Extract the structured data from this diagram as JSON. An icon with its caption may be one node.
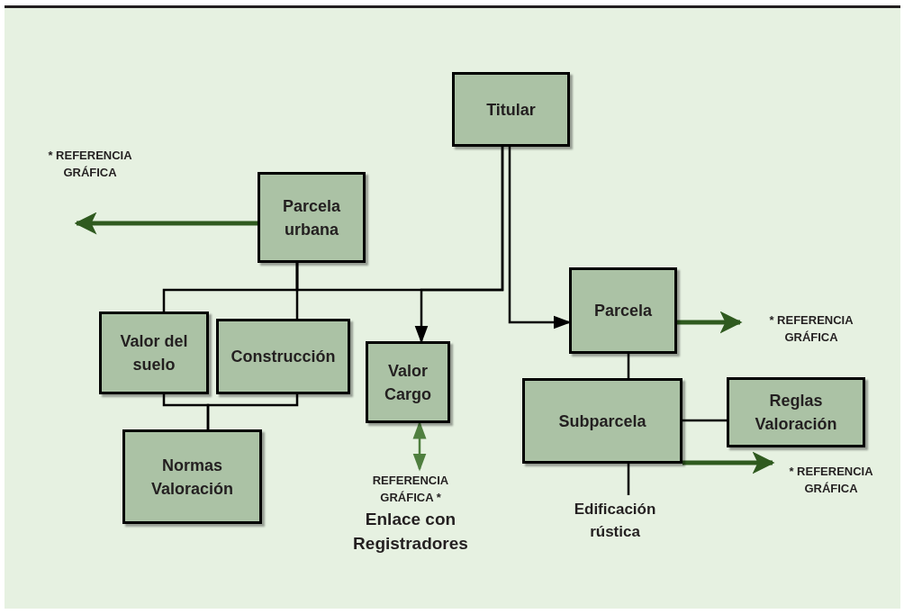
{
  "diagram": {
    "nodes": [
      {
        "text": [
          "Titular"
        ]
      },
      {
        "text": [
          "Parcela urbana"
        ]
      },
      {
        "text": [
          "Valor del suelo"
        ]
      },
      {
        "text": [
          "Construcción"
        ]
      },
      {
        "text": [
          "Valor Cargo"
        ]
      },
      {
        "text": [
          "Parcela"
        ]
      },
      {
        "text": [
          "Subparcela"
        ]
      },
      {
        "text": [
          "Reglas Valoración"
        ]
      },
      {
        "text": [
          "Normas Valoración"
        ]
      },
      {
        "text": [
          "* REFERENCIA GRÁFICA"
        ]
      },
      {
        "text": [
          "* REFERENCIA GRÁFICA"
        ]
      },
      {
        "text": [
          "REFERENCIA GRÁFICA *"
        ]
      },
      {
        "text": [
          "Edificación rústica"
        ]
      }
    ],
    "edges": [
      {
        "from": 1,
        "to": null,
        "arrow": "to",
        "style": "thick",
        "color": "#2f5a1f"
      },
      {
        "from": 0,
        "to": 4,
        "arrow": "to"
      },
      {
        "from": 0,
        "to": 1,
        "arrow": "none"
      },
      {
        "from": 1,
        "to": 2,
        "arrow": "none"
      },
      {
        "from": 1,
        "to": 3,
        "arrow": "none"
      },
      {
        "from": 2,
        "to": 8,
        "arrow": "none"
      },
      {
        "from": 3,
        "to": 8,
        "arrow": "none"
      },
      {
        "from": 4,
        "to": 11,
        "arrow": "both",
        "color": "#4f7f3f"
      },
      {
        "from": 0,
        "to": 5,
        "arrow": "to"
      },
      {
        "from": 5,
        "to": 9,
        "arrow": "to",
        "style": "thick",
        "color": "#2f5a1f"
      },
      {
        "from": 5,
        "to": 6,
        "arrow": "none"
      },
      {
        "from": 6,
        "to": 7,
        "arrow": "none"
      },
      {
        "from": 6,
        "to": 10,
        "arrow": "to",
        "style": "thick",
        "color": "#2f5a1f"
      },
      {
        "from": 6,
        "to": 12,
        "arrow": "none"
      }
    ],
    "labels": [
      "* REFERENCIA GRÁFICA",
      "Enlace con Registradores"
    ]
  }
}
